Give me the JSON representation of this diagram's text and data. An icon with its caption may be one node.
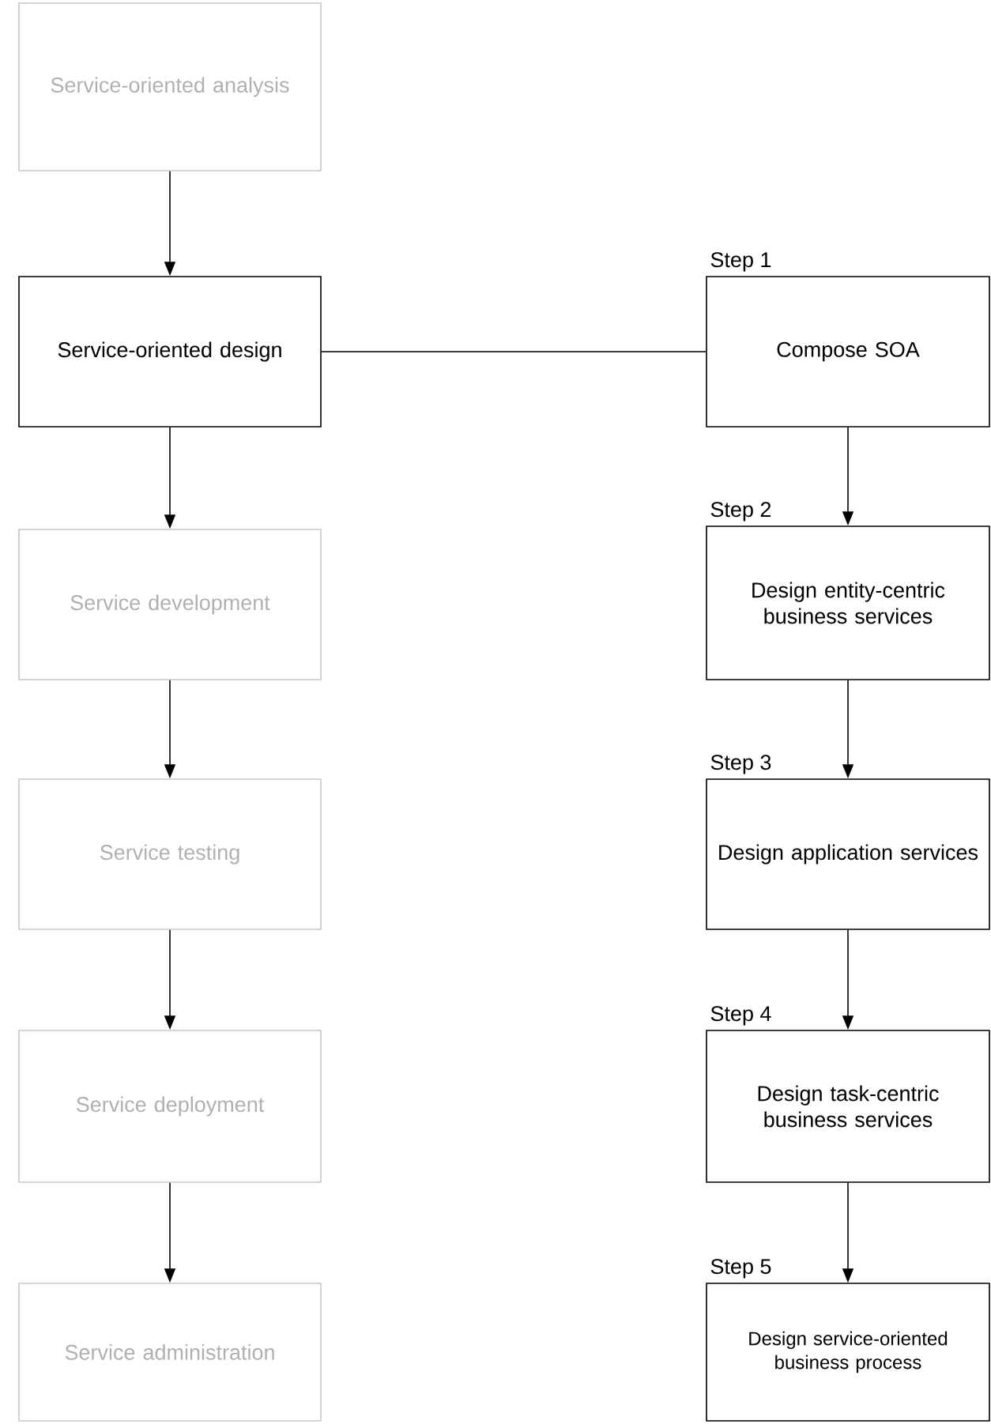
{
  "diagram": {
    "nodes": [
      {
        "text": [
          "Service-oriented analysis"
        ]
      },
      {
        "text": [
          "Service-oriented design"
        ]
      },
      {
        "text": [
          "Service development"
        ]
      },
      {
        "text": [
          "Service testing"
        ]
      },
      {
        "text": [
          "Service deployment"
        ]
      },
      {
        "text": [
          "Service administration"
        ]
      },
      {
        "text": [
          "Compose SOA"
        ],
        "beside": [
          "Step 1"
        ]
      },
      {
        "text": [
          "Design entity-centric business services"
        ],
        "beside": [
          "Step 2"
        ]
      },
      {
        "text": [
          "Design application services"
        ],
        "beside": [
          "Step 3"
        ]
      },
      {
        "text": [
          "Design task-centric business services"
        ],
        "beside": [
          "Step 4"
        ]
      },
      {
        "text": [
          "Design service-oriented business process"
        ],
        "beside": [
          "Step 5"
        ]
      }
    ],
    "edges": [
      {
        "from": 0,
        "to": 1,
        "arrow": "to"
      },
      {
        "from": 1,
        "to": 2,
        "arrow": "to"
      },
      {
        "from": 2,
        "to": 3,
        "arrow": "to"
      },
      {
        "from": 3,
        "to": 4,
        "arrow": "to"
      },
      {
        "from": 4,
        "to": 5,
        "arrow": "to"
      },
      {
        "from": 1,
        "to": 6,
        "arrow": "none"
      },
      {
        "from": 6,
        "to": 7,
        "arrow": "to"
      },
      {
        "from": 7,
        "to": 8,
        "arrow": "to"
      },
      {
        "from": 8,
        "to": 9,
        "arrow": "to"
      },
      {
        "from": 9,
        "to": 10,
        "arrow": "to"
      }
    ]
  }
}
